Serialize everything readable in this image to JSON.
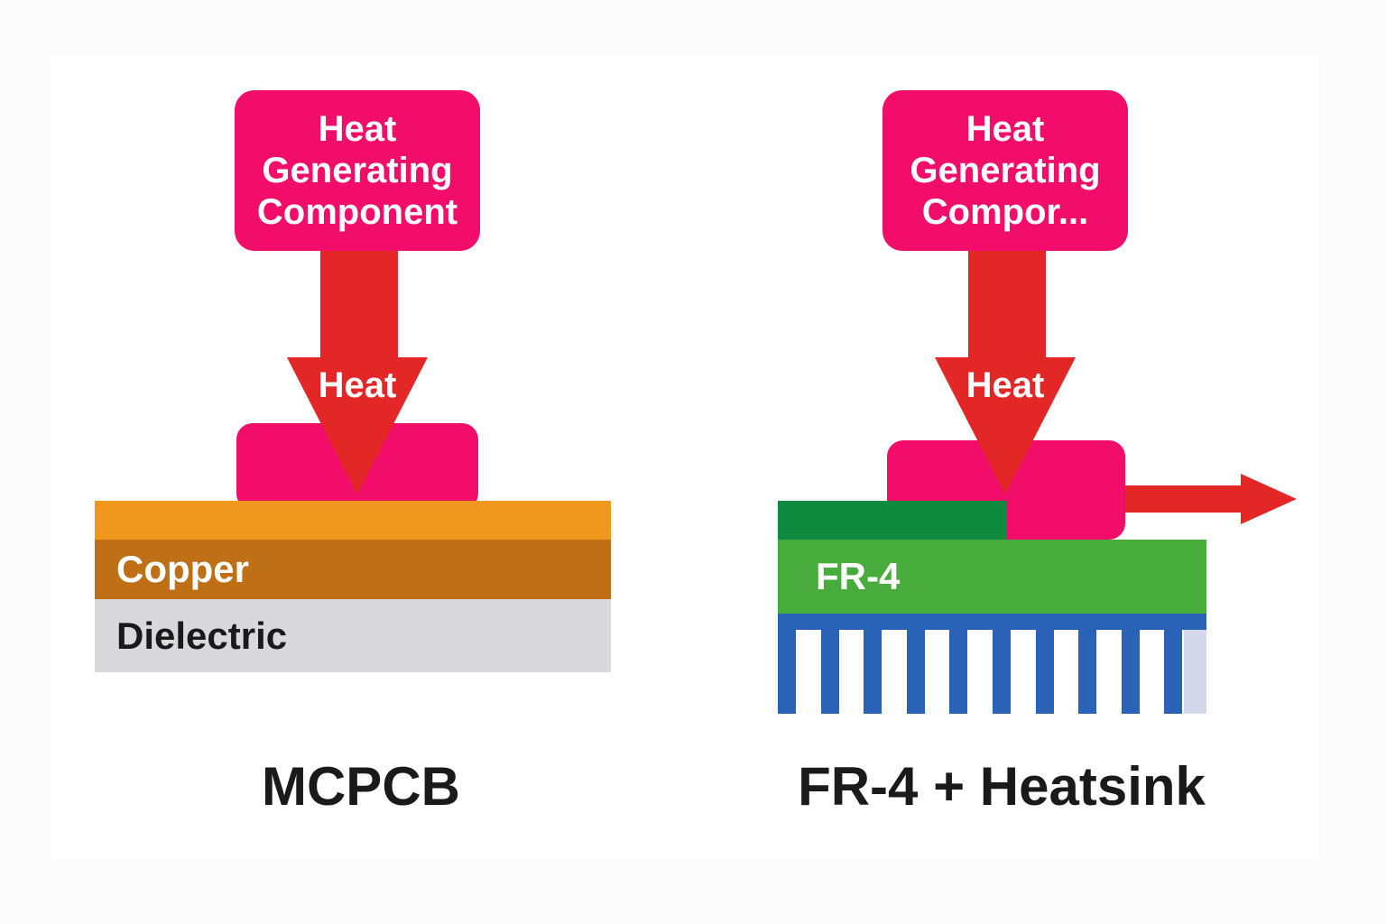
{
  "colors": {
    "bg_outer": "#fbfbfb",
    "bg_inner": "#ffffff",
    "pink": "#f30d6b",
    "red": "#e32726",
    "orange": "#f0971e",
    "copper": "#bf6f16",
    "dielectric": "#d9d8db",
    "dark_green": "#108a3e",
    "light_green": "#47ac3b",
    "blue": "#2a62b8",
    "lavender": "#d4d8ec",
    "text_dark": "#1a1a1a",
    "text_light": "#ffffff"
  },
  "left": {
    "source_box": {
      "lines": [
        "Heat",
        "Generating",
        "Component"
      ]
    },
    "arrow_label": "Heat",
    "layers": {
      "copper_label": "Copper",
      "dielectric_label": "Dielectric"
    },
    "caption": "MCPCB"
  },
  "right": {
    "source_box": {
      "lines": [
        "Heat",
        "Generating",
        "Compor..."
      ]
    },
    "arrow_label": "Heat",
    "board_label": "FR-4",
    "heatsink": {
      "fins": 10
    },
    "caption": "FR-4 + Heatsink"
  }
}
